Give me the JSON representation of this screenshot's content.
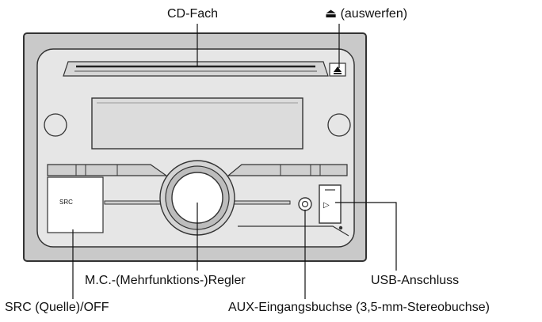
{
  "labels": {
    "cd_slot": "CD-Fach",
    "eject": "⏏ (auswerfen)",
    "multi_control": "M.C.-(Mehrfunktions-)Regler",
    "usb_port": "USB-Anschluss",
    "src_button": "SRC (Quelle)/OFF",
    "aux_jack": "AUX-Eingangsbuchse (3,5-mm-Stereobuchse)"
  },
  "device": {
    "src_text": "SRC",
    "usb_symbol": "▷"
  },
  "colors": {
    "frame_outer": "#c9c9c9",
    "frame_border": "#333333",
    "panel": "#e6e6e6",
    "display": "#dcdcdc",
    "line": "#111111"
  }
}
